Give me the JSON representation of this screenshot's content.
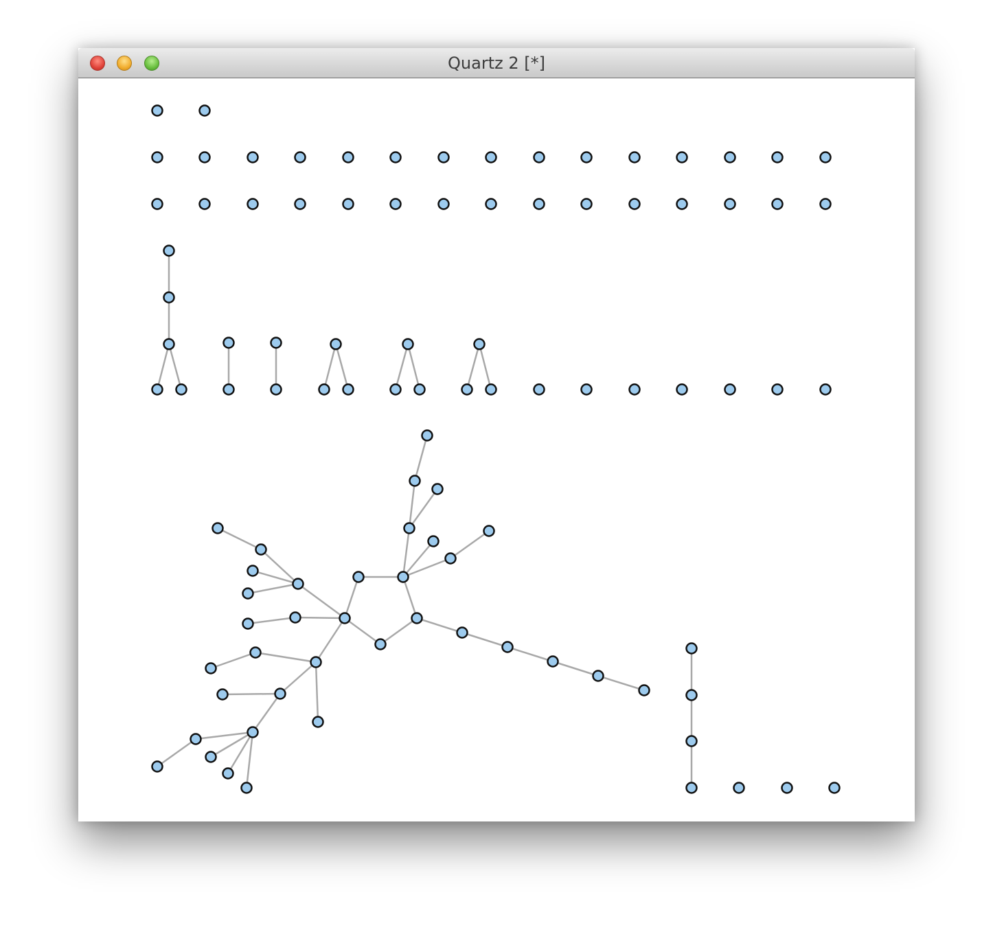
{
  "window": {
    "title": "Quartz 2 [*]",
    "controls": [
      "close",
      "minimize",
      "zoom"
    ],
    "colors": {
      "node_fill": "#9dcbee",
      "node_stroke": "#111111",
      "edge": "#a8a8a8",
      "background": "#ffffff"
    }
  }
}
